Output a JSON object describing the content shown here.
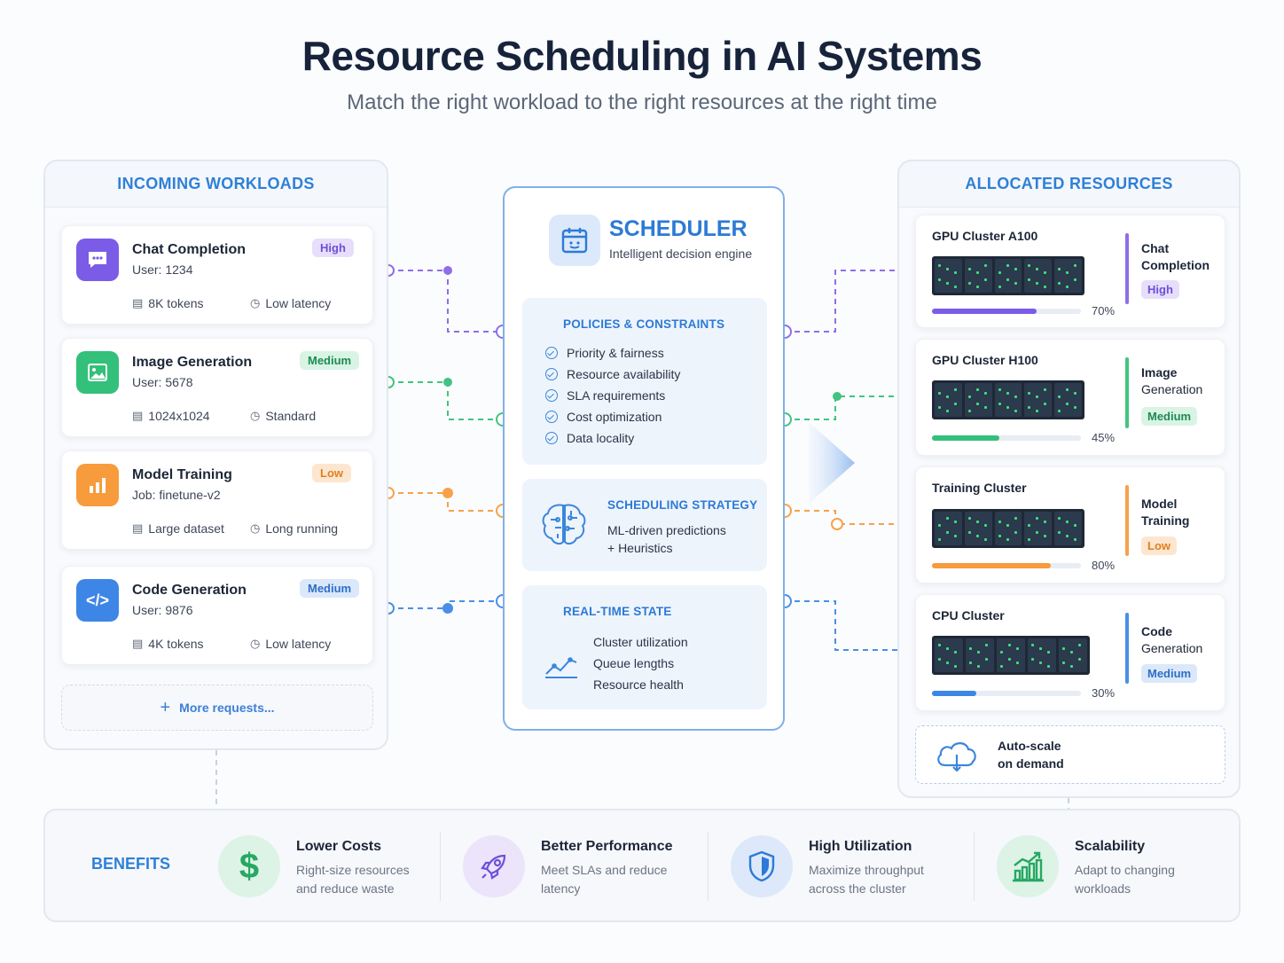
{
  "title": "Resource Scheduling in AI Systems",
  "subtitle": "Match the right workload to the right resources at the right time",
  "incoming": {
    "heading": "INCOMING WORKLOADS",
    "items": [
      {
        "name": "Chat Completion",
        "user": "User: 1234",
        "priority": "High",
        "meta1": "8K tokens",
        "meta2": "Low latency",
        "icon": "chat-bubble-icon",
        "color": "#7b5ce6"
      },
      {
        "name": "Image Generation",
        "user": "User: 5678",
        "priority": "Medium",
        "meta1": "1024x1024",
        "meta2": "Standard",
        "icon": "image-icon",
        "color": "#33c07a"
      },
      {
        "name": "Model Training",
        "user": "Job: finetune-v2",
        "priority": "Low",
        "meta1": "Large dataset",
        "meta2": "Long running",
        "icon": "bar-chart-icon",
        "color": "#f79b3c"
      },
      {
        "name": "Code Generation",
        "user": "User: 9876",
        "priority": "Medium",
        "meta1": "4K tokens",
        "meta2": "Low latency",
        "icon": "code-icon",
        "color": "#3d86e6"
      }
    ],
    "more": "More requests..."
  },
  "scheduler": {
    "title": "SCHEDULER",
    "subtitle": "Intelligent decision engine",
    "policies": {
      "title": "POLICIES & CONSTRAINTS",
      "items": [
        "Priority & fairness",
        "Resource availability",
        "SLA requirements",
        "Cost optimization",
        "Data locality"
      ]
    },
    "strategy": {
      "title": "SCHEDULING STRATEGY",
      "line1": "ML-driven predictions",
      "line2": "+ Heuristics"
    },
    "state": {
      "title": "REAL-TIME STATE",
      "items": [
        "Cluster utilization",
        "Queue lengths",
        "Resource health"
      ]
    }
  },
  "allocated": {
    "heading": "ALLOCATED RESOURCES",
    "items": [
      {
        "name": "GPU Cluster A100",
        "utilization": 70,
        "pct_label": "70%",
        "workload_line1": "Chat",
        "workload_line2": "Completion",
        "priority": "High",
        "color": "#7b5ce6"
      },
      {
        "name": "GPU Cluster H100",
        "utilization": 45,
        "pct_label": "45%",
        "workload_line1": "Image",
        "workload_line2": "Generation",
        "priority": "Medium",
        "color": "#33c07a"
      },
      {
        "name": "Training Cluster",
        "utilization": 80,
        "pct_label": "80%",
        "workload_line1": "Model",
        "workload_line2": "Training",
        "priority": "Low",
        "color": "#f79b3c"
      },
      {
        "name": "CPU Cluster",
        "utilization": 30,
        "pct_label": "30%",
        "workload_line1": "Code",
        "workload_line2": "Generation",
        "priority": "Medium",
        "color": "#3d86e6"
      }
    ],
    "autoscale_line1": "Auto-scale",
    "autoscale_line2": "on demand"
  },
  "benefits": {
    "heading": "BENEFITS",
    "items": [
      {
        "title": "Lower Costs",
        "desc": "Right-size resources and reduce waste",
        "icon": "dollar-icon"
      },
      {
        "title": "Better Performance",
        "desc": "Meet SLAs and reduce latency",
        "icon": "rocket-icon"
      },
      {
        "title": "High Utilization",
        "desc": "Maximize throughput across the cluster",
        "icon": "shield-icon"
      },
      {
        "title": "Scalability",
        "desc": "Adapt to changing workloads",
        "icon": "growth-chart-icon"
      }
    ]
  },
  "colors": {
    "accent": "#2f80d8",
    "high": "#7b5ce6",
    "medium": "#33c07a",
    "low": "#f79b3c",
    "code": "#3d86e6"
  }
}
